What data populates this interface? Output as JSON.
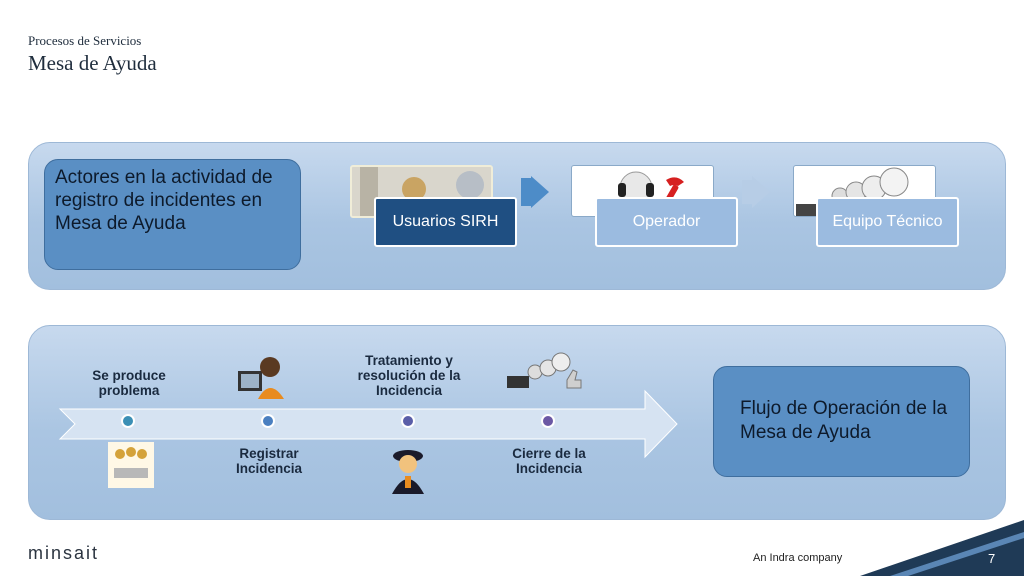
{
  "header": {
    "kicker": "Procesos de Servicios",
    "title": "Mesa de Ayuda"
  },
  "actors_panel": {
    "description": "Actores en la actividad de registro de incidentes en Mesa de Ayuda",
    "actors": [
      {
        "label": "Usuarios SIRH",
        "icon": "users-photo-icon"
      },
      {
        "label": "Operador",
        "icon": "operator-headset-icon"
      },
      {
        "label": "Equipo Técnico",
        "icon": "technical-team-icon"
      }
    ]
  },
  "flow_panel": {
    "steps_top": [
      {
        "label": "Se produce problema"
      },
      {
        "label": "Tratamiento y resolución de la Incidencia"
      }
    ],
    "steps_bottom": [
      {
        "label": "Registrar Incidencia"
      },
      {
        "label": "Cierre de la Incidencia"
      }
    ],
    "description": "Flujo de Operación de la Mesa de Ayuda"
  },
  "footer": {
    "logo": "minsait",
    "tagline": "An Indra company",
    "page_number": "7"
  },
  "colors": {
    "panel": "#aac5e2",
    "box_blue": "#5a8fc4",
    "label_dark": "#1f4f82",
    "label_light": "#9bbbe0",
    "dot_teal": "#3b8fb5",
    "dot_indigo": "#5a5ea8",
    "footer_band": "#1f3a56"
  }
}
